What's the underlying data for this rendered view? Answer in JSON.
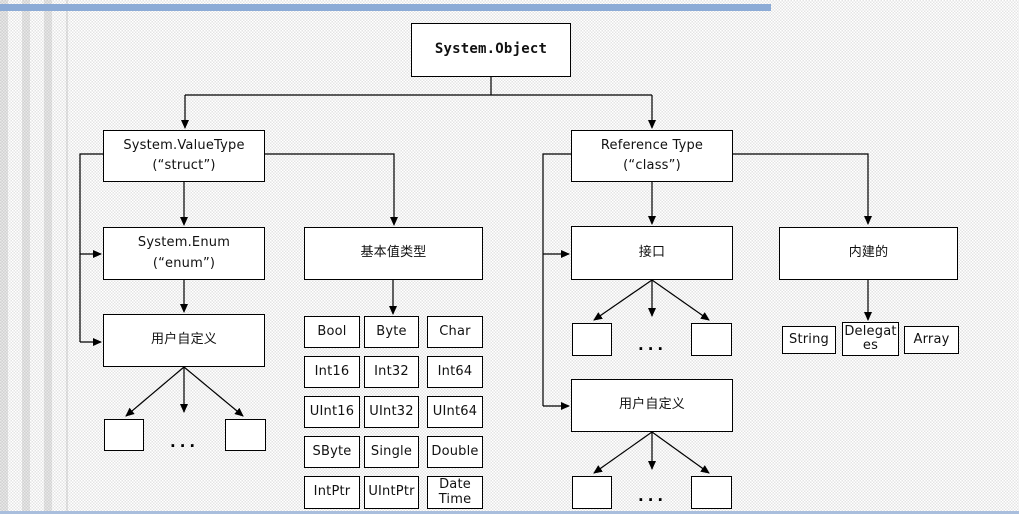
{
  "slide": {
    "accent_top_bar_color": "#8cabd6",
    "accent_bottom_bar_color": "#a9bedd",
    "ellipsis": "..."
  },
  "nodes": {
    "system_object": "System.Object",
    "system_valuetype_line1": "System.ValueType",
    "system_valuetype_line2": "(“struct”)",
    "reference_type_line1": "Reference Type",
    "reference_type_line2": "(“class”)",
    "system_enum_line1": "System.Enum",
    "system_enum_line2": "(“enum”)",
    "basic_value_types": "基本值类型",
    "interface": "接口",
    "built_in": "内建的",
    "user_defined_left": "用户自定义",
    "user_defined_right": "用户自定义",
    "string": "String",
    "delegates": "Delegates",
    "array": "Array"
  },
  "grid": [
    [
      "Bool",
      "Byte",
      "Char"
    ],
    [
      "Int16",
      "Int32",
      "Int64"
    ],
    [
      "UInt16",
      "UInt32",
      "UInt64"
    ],
    [
      "SByte",
      "Single",
      "Double"
    ],
    [
      "IntPtr",
      "UIntPtr",
      "Date Time"
    ]
  ]
}
